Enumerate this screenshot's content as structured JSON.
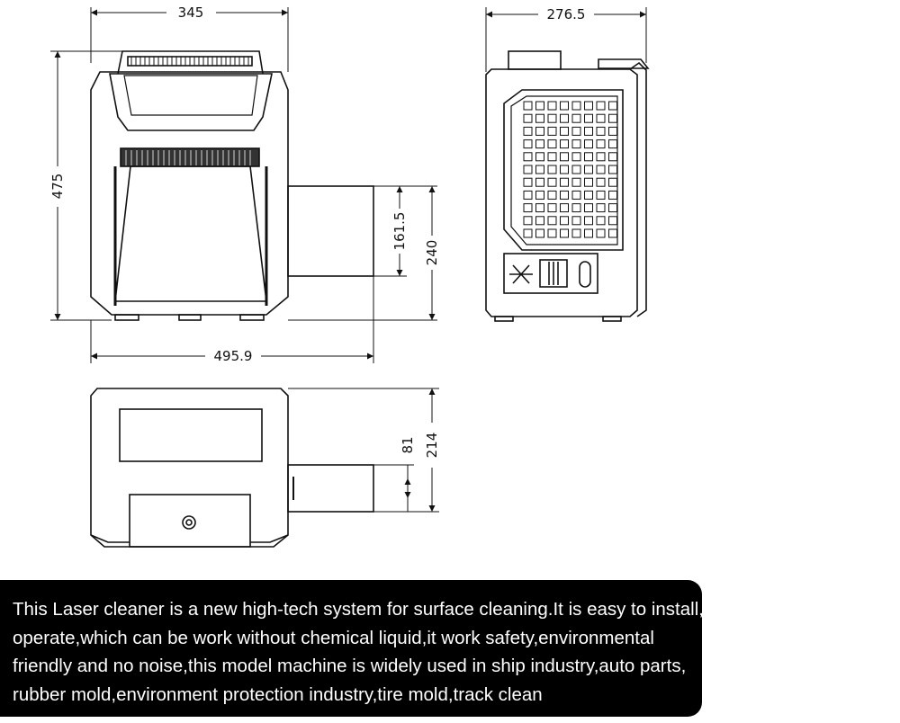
{
  "dimensions": {
    "front_width": "345",
    "front_height": "475",
    "outlet_height": "161.5",
    "total_height": "240",
    "total_width": "495.9",
    "side_depth": "276.5",
    "top_outlet": "81",
    "top_depth": "214"
  },
  "description": {
    "lines": [
      "This Laser cleaner is a new high-tech system for surface cleaning.It is easy to install,",
      "operate,which can be work without chemical liquid,it work safety,environmental",
      "friendly and no noise,this model machine is widely used in ship industry,auto parts,",
      "rubber mold,environment protection industry,tire mold,track clean"
    ]
  }
}
